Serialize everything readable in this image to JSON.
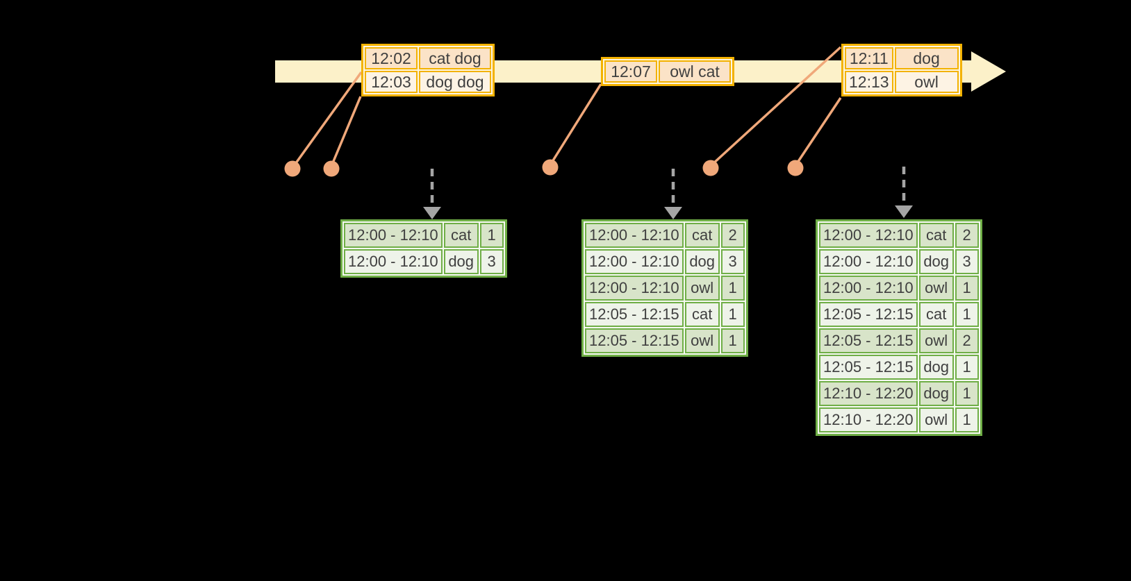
{
  "colors": {
    "background": "#000000",
    "timeline_fill": "#fcf1c9",
    "event_table_border": "#f3b200",
    "event_row_dark": "#fbe3c7",
    "event_row_light": "#fdf3e4",
    "connector_and_dots": "#f0a87a",
    "trigger_arrow_gray": "#a5a5a5",
    "result_table_border": "#6fae46",
    "result_row_dark": "#d8e4c9",
    "result_row_light": "#eef3e9",
    "text": "#3f3f3f"
  },
  "event_tables": [
    {
      "rows": [
        {
          "time": "12:02",
          "words": "cat dog"
        },
        {
          "time": "12:03",
          "words": "dog dog"
        }
      ]
    },
    {
      "rows": [
        {
          "time": "12:07",
          "words": "owl cat"
        }
      ]
    },
    {
      "rows": [
        {
          "time": "12:11",
          "words": "dog"
        },
        {
          "time": "12:13",
          "words": "owl"
        }
      ]
    }
  ],
  "result_tables": [
    {
      "rows": [
        {
          "window": "12:00 - 12:10",
          "word": "cat",
          "count": "1"
        },
        {
          "window": "12:00 - 12:10",
          "word": "dog",
          "count": "3"
        }
      ]
    },
    {
      "rows": [
        {
          "window": "12:00 - 12:10",
          "word": "cat",
          "count": "2"
        },
        {
          "window": "12:00 - 12:10",
          "word": "dog",
          "count": "3"
        },
        {
          "window": "12:00 - 12:10",
          "word": "owl",
          "count": "1"
        },
        {
          "window": "12:05 - 12:15",
          "word": "cat",
          "count": "1"
        },
        {
          "window": "12:05 - 12:15",
          "word": "owl",
          "count": "1"
        }
      ]
    },
    {
      "rows": [
        {
          "window": "12:00 - 12:10",
          "word": "cat",
          "count": "2"
        },
        {
          "window": "12:00 - 12:10",
          "word": "dog",
          "count": "3"
        },
        {
          "window": "12:00 - 12:10",
          "word": "owl",
          "count": "1"
        },
        {
          "window": "12:05 - 12:15",
          "word": "cat",
          "count": "1"
        },
        {
          "window": "12:05 - 12:15",
          "word": "owl",
          "count": "2"
        },
        {
          "window": "12:05 - 12:15",
          "word": "dog",
          "count": "1"
        },
        {
          "window": "12:10 - 12:20",
          "word": "dog",
          "count": "1"
        },
        {
          "window": "12:10 - 12:20",
          "word": "owl",
          "count": "1"
        }
      ]
    }
  ]
}
